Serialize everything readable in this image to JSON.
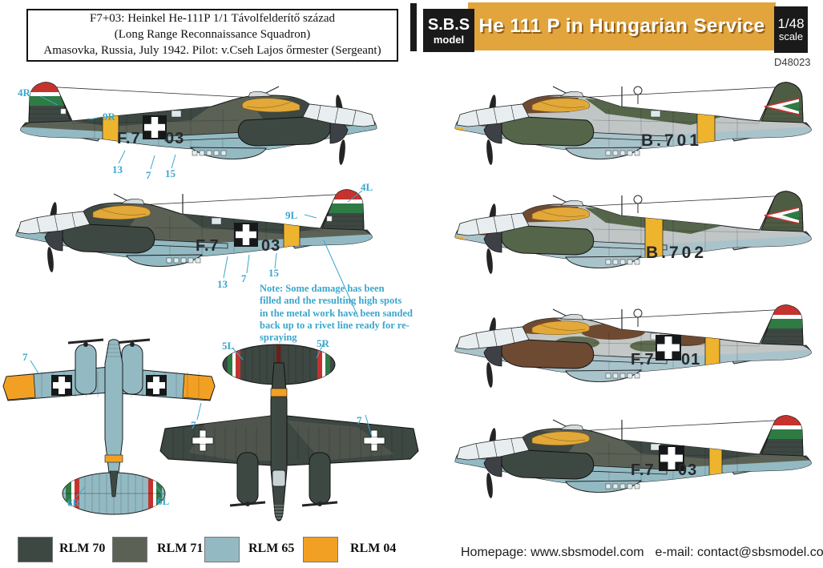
{
  "info_box": {
    "line1": "F7+03: Heinkel He-111P 1/1 Távolfelderítő század",
    "line2": "(Long Range Reconnaissance Squadron)",
    "line3": "Amasovka, Russia, July 1942. Pilot: v.Cseh Lajos őrmester (Sergeant)"
  },
  "header": {
    "brand_line1": "S.B.S",
    "brand_line2": "model",
    "title": "He 111 P  in Hungarian Service",
    "scale_line1": "1/48",
    "scale_line2": "scale",
    "product_code": "D48023"
  },
  "codes": {
    "l1_prefix": "F.7",
    "l1_suffix": "03",
    "l2_prefix": "F.7",
    "l2_suffix": "03",
    "r1": "B.701",
    "r2": "B.702",
    "r3_prefix": "F.7",
    "r3_suffix": "01",
    "r4_prefix": "F.7",
    "r4_suffix": "03"
  },
  "callouts": [
    "4R",
    "9R",
    "13",
    "7",
    "15",
    "4L",
    "9L",
    "13",
    "7",
    "15",
    "7",
    "7",
    "6R",
    "6L",
    "5L",
    "5R",
    "7"
  ],
  "note": "Note: Some damage has been\nfilled and the resulting high spots\nin the metal work have been sanded\nback up to a rivet line ready for re-\nspraying",
  "colors": {
    "accent_band": "#E2A43C",
    "rlm70": "#3E4843",
    "rlm71": "#5C6156",
    "rlm65": "#93BAC3",
    "rlm04": "#F2A024",
    "callout": "#3BA6CD",
    "yellow_band": "#EFB42D",
    "hungary_red": "#C4332E",
    "hungary_green": "#2E7B44",
    "camo_green": "#55654A",
    "camo_brown": "#6E4A33",
    "camo_grey": "#C0C5C6",
    "lower_blue": "#A9C3CB"
  },
  "legend": {
    "items": [
      {
        "label": "RLM 70",
        "color": "#3E4843"
      },
      {
        "label": "RLM 71",
        "color": "#5C6156"
      },
      {
        "label": "RLM 65",
        "color": "#93BAC3"
      },
      {
        "label": "RLM 04",
        "color": "#F2A024"
      }
    ]
  },
  "footer": {
    "homepage": "Homepage: www.sbsmodel.com",
    "email": "e-mail: contact@sbsmodel.com"
  }
}
